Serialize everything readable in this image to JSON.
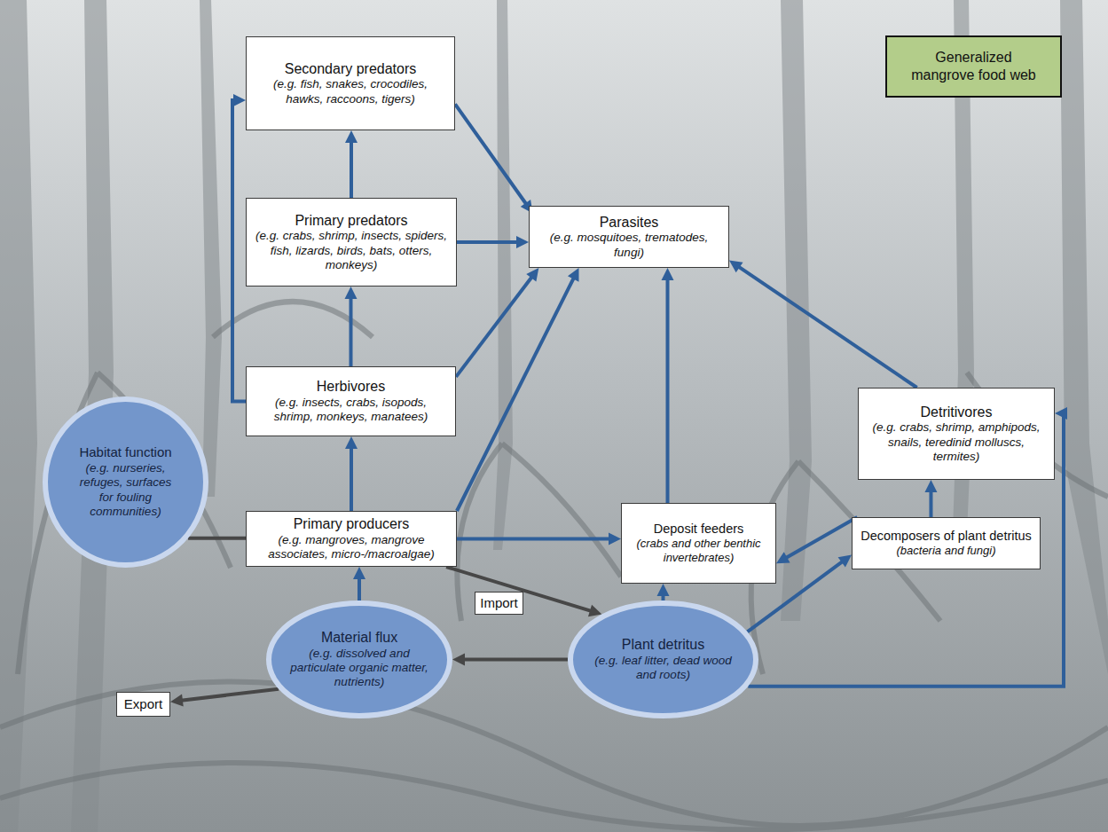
{
  "diagram": {
    "title": "Generalized mangrove food web",
    "nodes": [
      {
        "text": [
          "Secondary predators",
          "(e.g. fish, snakes, crocodiles, hawks, raccoons, tigers)"
        ]
      },
      {
        "text": [
          "Primary predators",
          "(e.g. crabs, shrimp, insects, spiders, fish, lizards, birds, bats, otters, monkeys)"
        ]
      },
      {
        "text": [
          "Parasites",
          "(e.g. mosquitoes, trematodes, fungi)"
        ]
      },
      {
        "text": [
          "Herbivores",
          "(e.g. insects, crabs, isopods, shrimp, monkeys, manatees)"
        ]
      },
      {
        "text": [
          "Detritivores",
          "(e.g. crabs, shrimp, amphipods, snails, teredinid molluscs, termites)"
        ]
      },
      {
        "text": [
          "Habitat function",
          "(e.g. nurseries, refuges, surfaces for fouling communities)"
        ]
      },
      {
        "text": [
          "Primary producers",
          "(e.g. mangroves, mangrove associates, micro-/macroalgae)"
        ]
      },
      {
        "text": [
          "Deposit feeders",
          "(crabs and other benthic invertebrates)"
        ]
      },
      {
        "text": [
          "Import"
        ]
      },
      {
        "text": [
          "Decomposers of plant detritus",
          "(bacteria and fungi)"
        ]
      },
      {
        "text": [
          "Material flux",
          "(e.g. dissolved and particulate organic matter, nutrients)"
        ]
      },
      {
        "text": [
          "Plant detritus",
          "(e.g. leaf litter, dead wood and roots)"
        ]
      },
      {
        "text": [
          "Export"
        ]
      }
    ],
    "edges": [
      {
        "from": 3,
        "to": 1,
        "arrow": "to"
      },
      {
        "from": 1,
        "to": 0,
        "arrow": "to"
      },
      {
        "from": 3,
        "to": 0,
        "arrow": "to"
      },
      {
        "from": 0,
        "to": 2,
        "arrow": "to"
      },
      {
        "from": 1,
        "to": 2,
        "arrow": "to"
      },
      {
        "from": 3,
        "to": 2,
        "arrow": "to"
      },
      {
        "from": 6,
        "to": 2,
        "arrow": "to"
      },
      {
        "from": 7,
        "to": 2,
        "arrow": "to"
      },
      {
        "from": 4,
        "to": 2,
        "arrow": "to"
      },
      {
        "from": 6,
        "to": 3,
        "arrow": "to"
      },
      {
        "from": 6,
        "to": 7,
        "arrow": "to"
      },
      {
        "from": 5,
        "to": 6,
        "arrow": "none"
      },
      {
        "from": 10,
        "to": 6,
        "arrow": "to"
      },
      {
        "from": 6,
        "to": 11,
        "arrow": "to"
      },
      {
        "from": 11,
        "to": 10,
        "arrow": "to"
      },
      {
        "from": 10,
        "to": 12,
        "arrow": "to"
      },
      {
        "from": 11,
        "to": 7,
        "arrow": "to"
      },
      {
        "from": 11,
        "to": 9,
        "arrow": "to"
      },
      {
        "from": 11,
        "to": 4,
        "arrow": "to"
      },
      {
        "from": 9,
        "to": 7,
        "arrow": "to"
      },
      {
        "from": 9,
        "to": 4,
        "arrow": "to"
      }
    ]
  }
}
